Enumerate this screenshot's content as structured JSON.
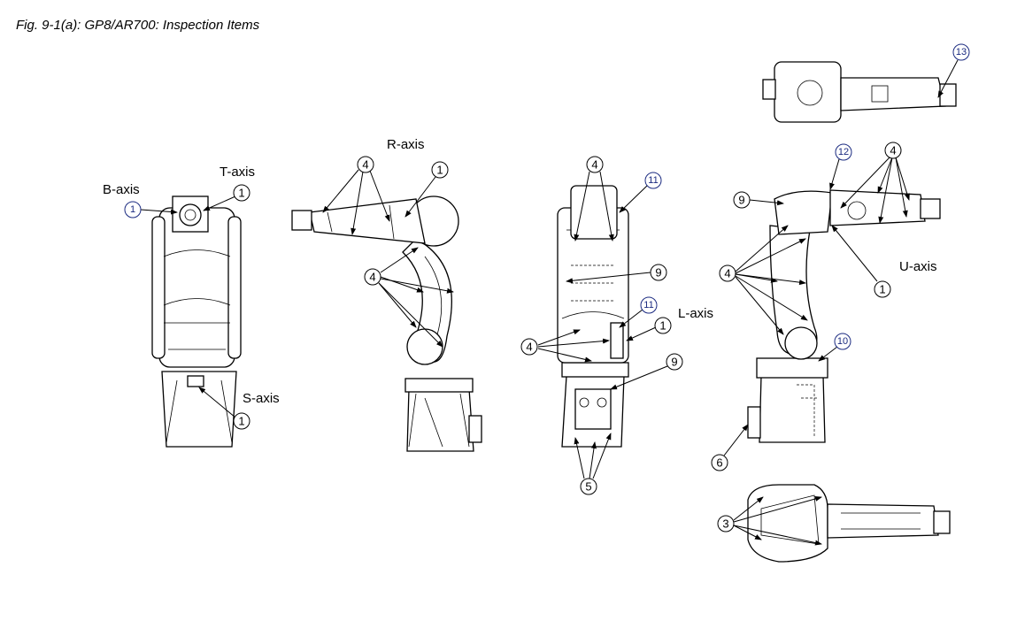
{
  "title": "Fig. 9-1(a): GP8/AR700: Inspection Items",
  "axes": {
    "b": "B-axis",
    "t": "T-axis",
    "s": "S-axis",
    "r": "R-axis",
    "l": "L-axis",
    "u": "U-axis"
  },
  "callouts": {
    "n1": "1",
    "n3": "3",
    "n4": "4",
    "n5": "5",
    "n6": "6",
    "n9": "9",
    "n10": "10",
    "n11": "11",
    "n12": "12",
    "n13": "13"
  }
}
